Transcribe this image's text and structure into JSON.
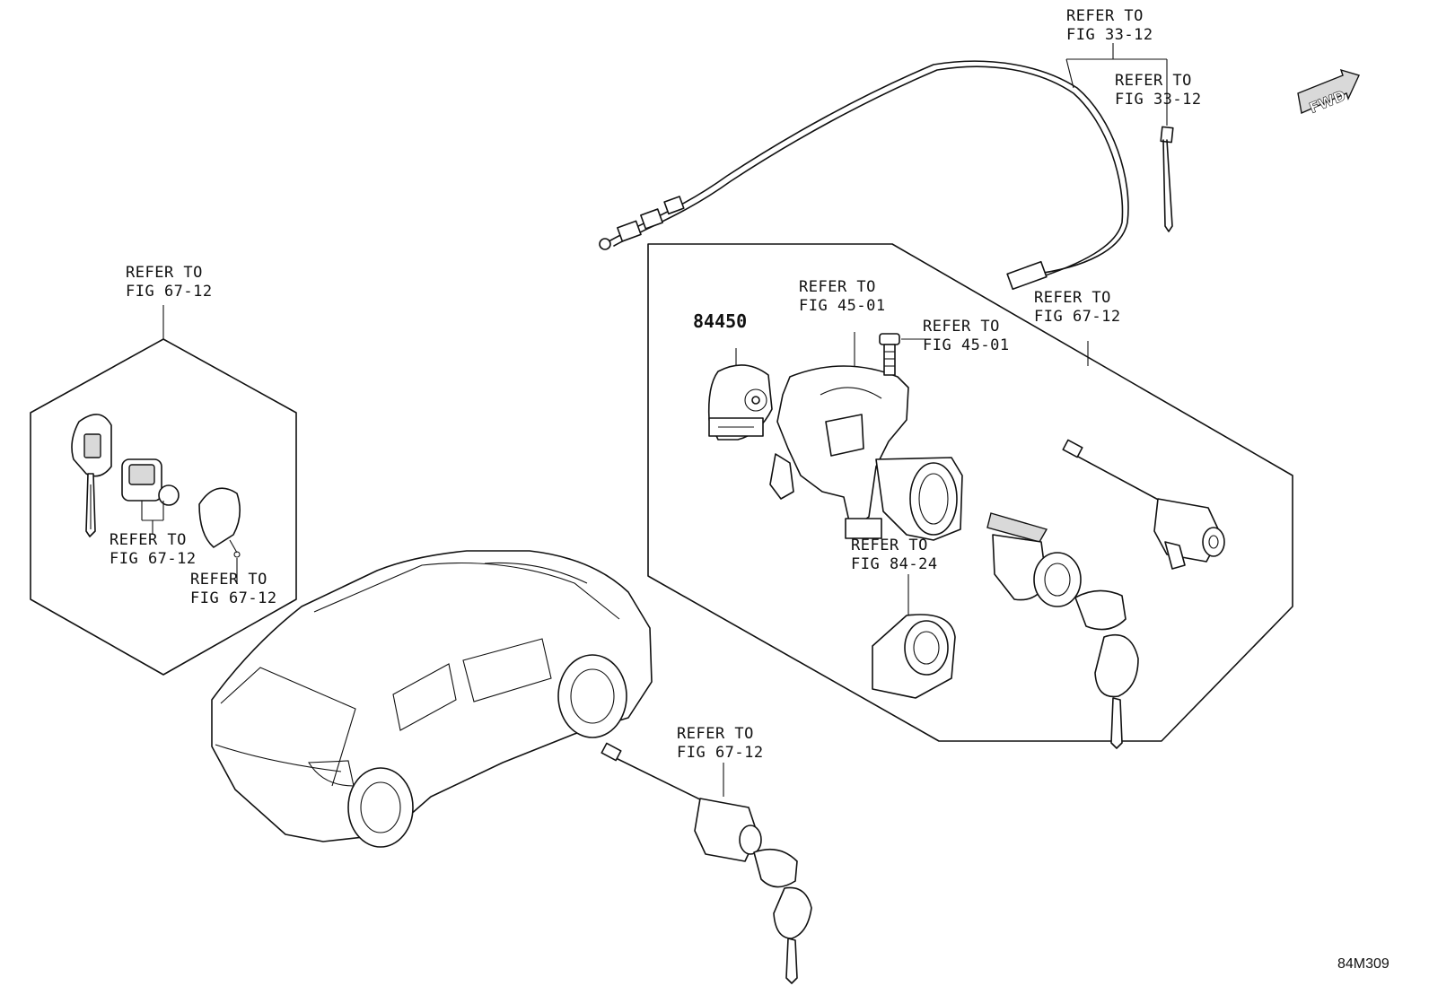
{
  "labels": {
    "refer_33_12_a": [
      "REFER TO",
      "FIG 33-12"
    ],
    "refer_33_12_b": [
      "REFER TO",
      "FIG 33-12"
    ],
    "refer_67_12_left_top": [
      "REFER TO",
      "FIG 67-12"
    ],
    "refer_67_12_left_mid": [
      "REFER TO",
      "FIG 67-12"
    ],
    "refer_67_12_left_bottom": [
      "REFER TO",
      "FIG 67-12"
    ],
    "refer_45_01_a": [
      "REFER TO",
      "FIG 45-01"
    ],
    "refer_45_01_b": [
      "REFER TO",
      "FIG 45-01"
    ],
    "refer_67_12_right": [
      "REFER TO",
      "FIG 67-12"
    ],
    "refer_84_24": [
      "REFER TO",
      "FIG 84-24"
    ],
    "refer_67_12_bottom": [
      "REFER TO",
      "FIG 67-12"
    ]
  },
  "part_number": "84450",
  "fwd_badge": "FWD",
  "illustration_id": "84M309"
}
